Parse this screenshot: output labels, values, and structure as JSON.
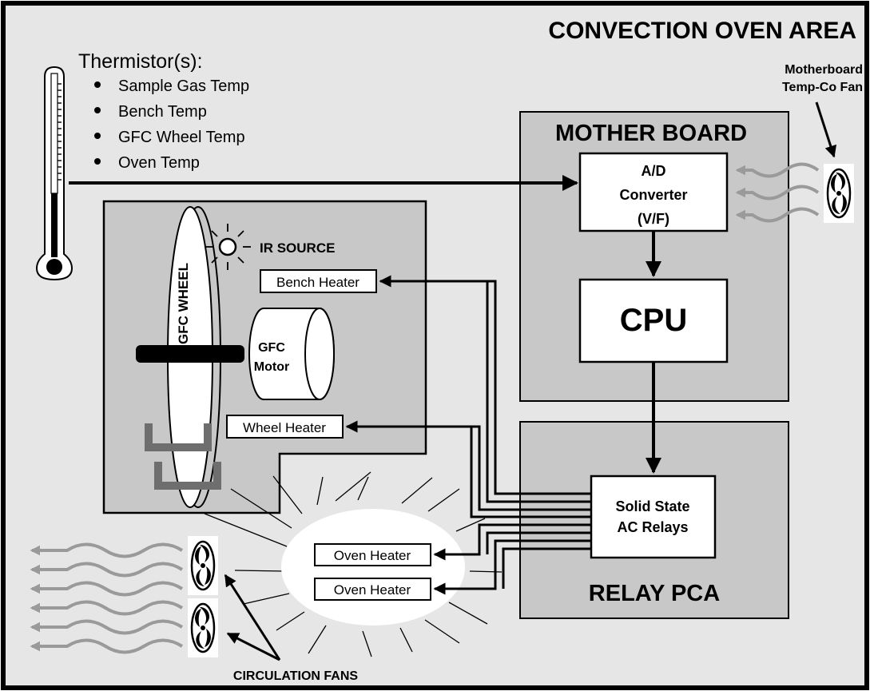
{
  "area_title": "CONVECTION OVEN AREA",
  "thermistor": {
    "title": "Thermistor(s):",
    "items": [
      "Sample Gas Temp",
      "Bench Temp",
      "GFC Wheel Temp",
      "Oven Temp"
    ]
  },
  "motherboard_fan_label": [
    "Motherboard",
    "Temp-Co Fan"
  ],
  "mother_board": {
    "title": "MOTHER BOARD",
    "adc_label": [
      "A/D",
      "Converter",
      "(V/F)"
    ],
    "cpu_label": "CPU"
  },
  "bench": {
    "ir_source": "IR SOURCE",
    "bench_heater": "Bench Heater",
    "gfc_wheel": "GFC WHEEL",
    "gfc_motor": [
      "GFC",
      "Motor"
    ],
    "wheel_heater": "Wheel Heater"
  },
  "relay_pca": {
    "title": "RELAY PCA",
    "relays_label": [
      "Solid State",
      "AC Relays"
    ]
  },
  "oven_heaters": [
    "Oven Heater",
    "Oven Heater"
  ],
  "circulation_fans_label": "CIRCULATION FANS",
  "colors": {
    "background": "#e6e6e6",
    "panel": "#c8c8c8",
    "wave": "#9a9a9a",
    "bracket": "#6e6e6e"
  }
}
